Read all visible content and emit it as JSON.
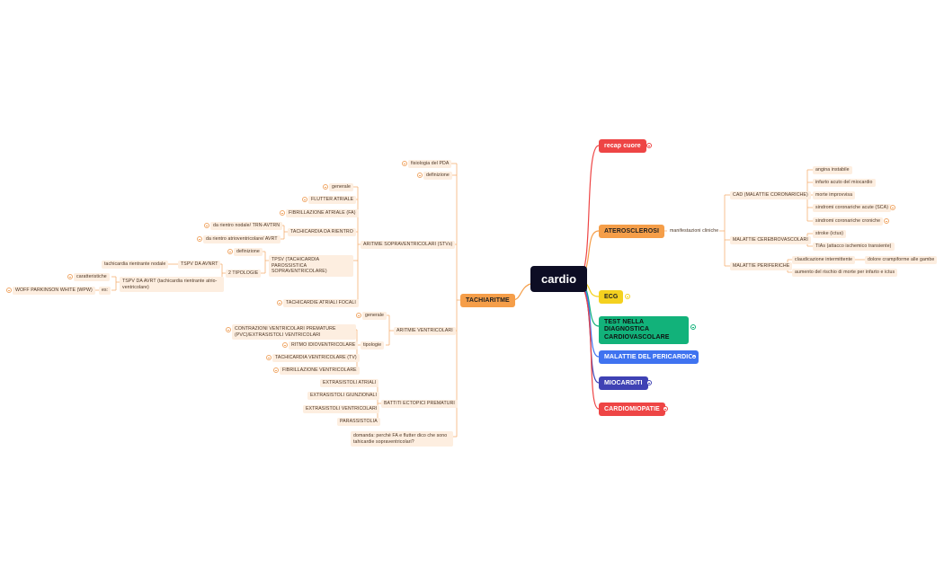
{
  "root": "cardio",
  "right_branches": {
    "recap": "recap cuore",
    "ateroscl": "ATEROSCLEROSI",
    "ecg": "ECG",
    "test": "TEST NELLA DIAGNOSTICA CARDIOVASCOLARE",
    "pericardio": "MALATTIE DEL PERICARDIO",
    "miocarditi": "MIOCARDITI",
    "cardiomiopatie": "CARDIOMIOPATIE"
  },
  "ateroscl": {
    "manifest": "manifestazioni cliniche",
    "cad": "CAD (MALATTIE CORONARICHE)",
    "cad_items": [
      "angina instabile",
      "infarto acuto del miocardio",
      "morte improvvisa",
      "sindromi coronariche acute (SCA)",
      "sindromi coronariche croniche"
    ],
    "cerebro": "MALATTIE CEREBROVASCOLARI",
    "cerebro_items": [
      "stroke (ictus)",
      "TIAs (attacco ischemico transiente)"
    ],
    "perif": "MALATTIE PERIFERICHE",
    "perif_items": [
      "claudicazione intermittente",
      "dolore crampiforme alle gambe",
      "aumento del rischio di morte per infarto e ictus"
    ]
  },
  "tachi": {
    "title": "TACHIARITME",
    "fisiologia": "fisiologia del PDA",
    "definizione": "definizione",
    "stv": "ARITMIE SOPRAVENTRICOLARI (STVs)",
    "stv_items": {
      "generale": "generale",
      "flutter": "FLUTTER ATRIALE",
      "fa": "FIBRILLAZIONE ATRIALE (FA)",
      "tdr": "TACHICARDIA DA RIENTRO",
      "tdr_items": [
        "da rientro nodale/ TRN-AVTRN",
        "da rientro atrioventricolare/ AVRT"
      ],
      "tpsv": "TPSV (TACHICARDIA PAROSSISTICA SOPRAVENTRICOLARE)",
      "tpsv_def": "definizione",
      "tipologie": "2 TIPOLOGIE",
      "avnrt": "TSPV DA AVNRT",
      "avnrt_desc": "tachicardia rientrante nodale",
      "avrt": "TSPV DA AVRT (tachicardia rientrante atrio-ventricolare)",
      "caratteristiche": "caratteristiche",
      "es": "es:",
      "wpw": "WOFF PARKINSON WHITE (WPW)",
      "focali": "TACHICARDIE ATRIALI FOCALI"
    },
    "av": "ARITMIE VENTRICOLARI",
    "av_items": {
      "generale": "generale",
      "tipologie": "tipologie",
      "list": [
        "CONTRAZIONI VENTRICOLARI PREMATURE (PVC)/EXTRASISTOLI VENTRICOLARI",
        "RITMO IDIOVENTRICOLARE",
        "TACHICARDIA VENTRICOLARE (TV)",
        "FIBRILLAZIONE VENTRICOLARE"
      ]
    },
    "bep": "BATTITI ECTOPICI PREMATURI",
    "bep_items": [
      "EXTRASISTOLI ATRIALI",
      "EXTRASISTOLI GIUNZIONALI",
      "EXTRASISTOLI VENTRICOLARI",
      "PARASSISTOLIA"
    ],
    "domanda": "domanda: perchè FA e flutter dico che sono tahicardie sopraventricolari?"
  },
  "colors": {
    "red": "#ee4545",
    "orange": "#f59e49",
    "yellow": "#f4d11f",
    "green": "#12b27a",
    "blue": "#3f73f0",
    "indigo": "#3f42b4",
    "line_orange": "#f4a764"
  }
}
